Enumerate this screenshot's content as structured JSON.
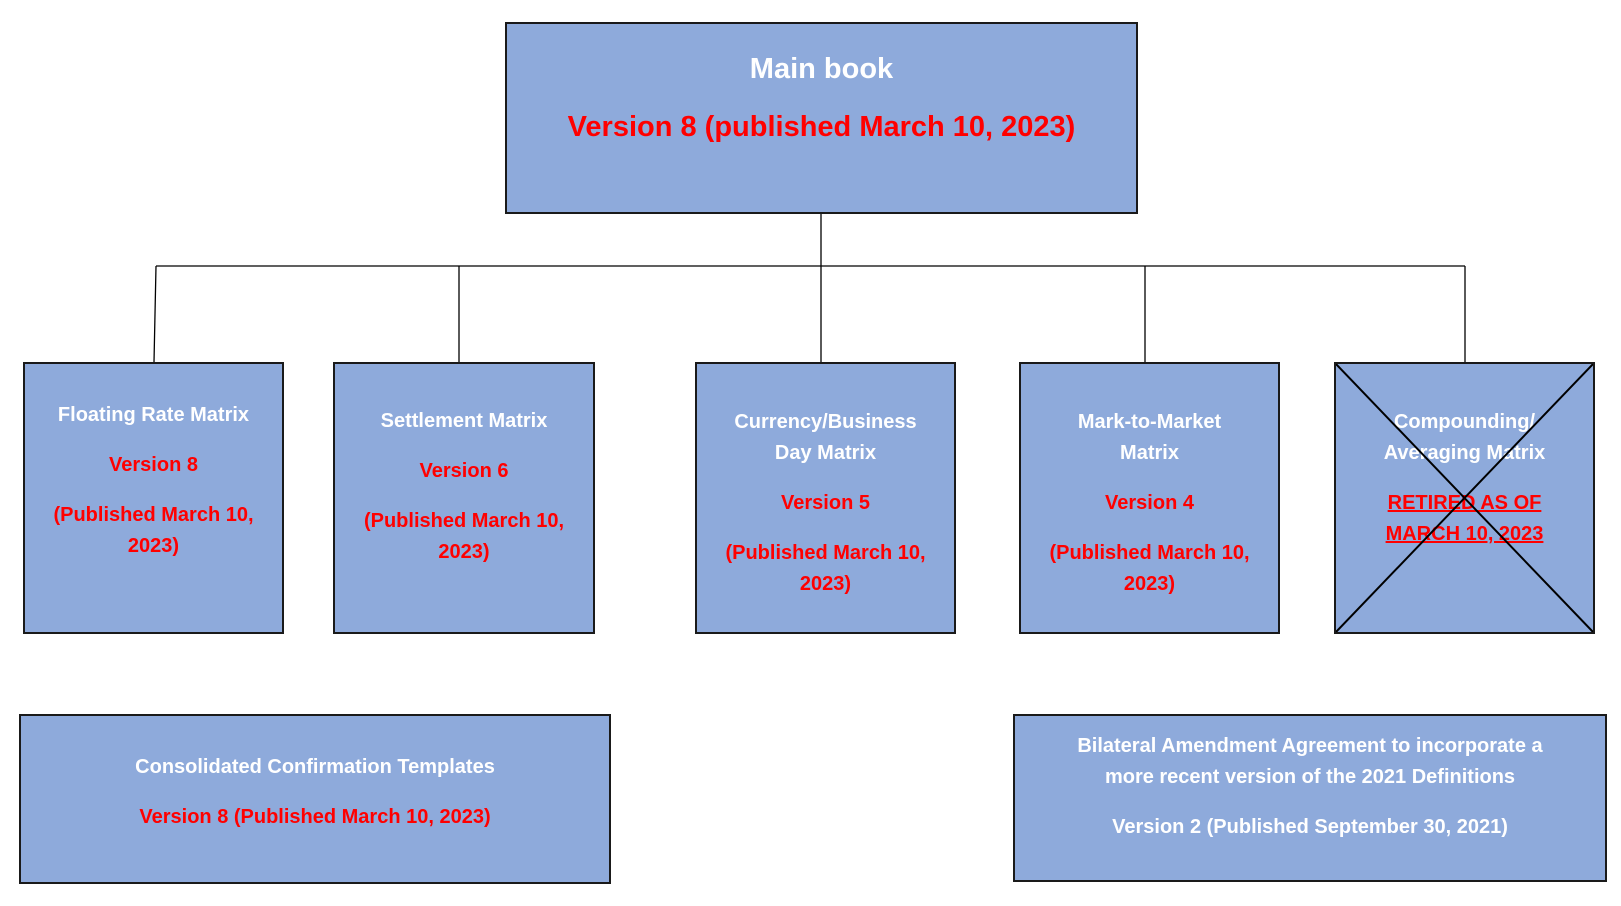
{
  "main_book": {
    "title": "Main book",
    "version": "Version 8 (published March 10, 2023)"
  },
  "matrices": [
    {
      "title_lines": [
        "Floating Rate Matrix"
      ],
      "version": "Version 8",
      "published_lines": [
        "(Published March 10,",
        "2023)"
      ],
      "retired": false
    },
    {
      "title_lines": [
        "Settlement Matrix"
      ],
      "version": "Version 6",
      "published_lines": [
        "(Published March 10,",
        "2023)"
      ],
      "retired": false
    },
    {
      "title_lines": [
        "Currency/Business",
        "Day Matrix"
      ],
      "version": "Version 5",
      "published_lines": [
        "(Published March 10,",
        "2023)"
      ],
      "retired": false
    },
    {
      "title_lines": [
        "Mark-to-Market",
        "Matrix"
      ],
      "version": "Version 4",
      "published_lines": [
        "(Published March 10,",
        "2023)"
      ],
      "retired": false
    },
    {
      "title_lines": [
        "Compounding/",
        "Averaging Matrix"
      ],
      "status_lines": [
        "RETIRED AS OF",
        "MARCH 10, 2023"
      ],
      "retired": true
    }
  ],
  "consolidated_confirmation": {
    "title": "Consolidated Confirmation Templates",
    "version": "Version 8 (Published March 10, 2023)"
  },
  "bilateral_amendment": {
    "title_lines": [
      "Bilateral Amendment Agreement to incorporate a",
      "more recent version of the 2021 Definitions"
    ],
    "version": "Version 2 (Published September 30, 2021)"
  },
  "colors": {
    "box_fill": "#8eaadb",
    "box_border": "#1a1a1a",
    "title_text": "#ffffff",
    "version_text": "#ff0000",
    "connector": "#000000"
  }
}
